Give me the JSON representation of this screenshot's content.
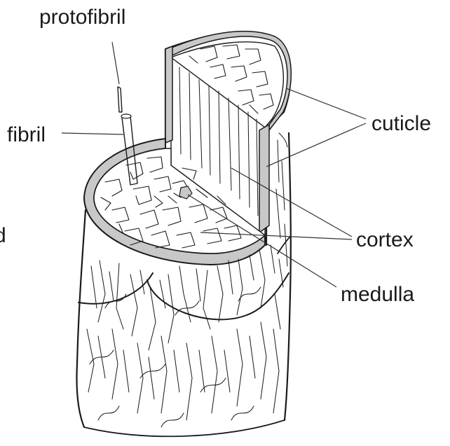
{
  "diagram": {
    "labels": {
      "protofibril": "protofibril",
      "fibril": "fibril",
      "cuticle": "cuticle",
      "cortex": "cortex",
      "medulla": "medulla",
      "edge_fragment": "d"
    }
  },
  "colors": {
    "ink": "#1a1a1a",
    "cuticle_fill": "#c8c8c8",
    "leader": "#333333"
  }
}
